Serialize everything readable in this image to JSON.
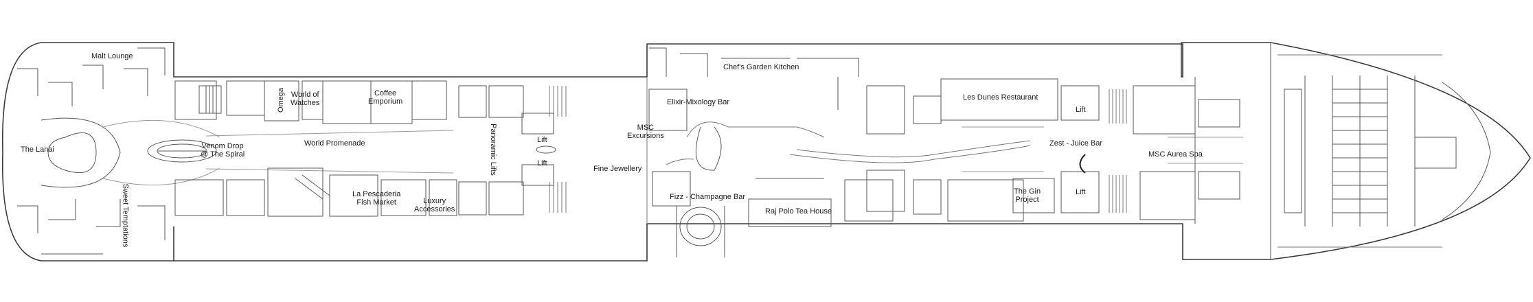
{
  "labels": {
    "malt_lounge": "Malt Lounge",
    "the_lanai": "The Lanai",
    "venom_drop": [
      "Venom Drop",
      "@ The Spiral"
    ],
    "sweet_temptations": "Sweet Temptations",
    "omega": "Omega",
    "world_of_watches": [
      "World of",
      "Watches"
    ],
    "coffee_emporium": [
      "Coffee",
      "Emporium"
    ],
    "world_promenade": "World Promenade",
    "la_pescaderia": [
      "La Pescaderia",
      "Fish Market"
    ],
    "luxury_accessories": [
      "Luxury",
      "Accessories"
    ],
    "panoramic_lifts": "Panoramic Lifts",
    "lift_1": "Lift",
    "lift_2": "Lift",
    "msc_excursions": [
      "MSC",
      "Excursions"
    ],
    "fine_jewellery": "Fine Jewellery",
    "elixir_bar": "Elixir-Mixology Bar",
    "chefs_garden": "Chef's Garden Kitchen",
    "fizz_bar": "Fizz - Champagne Bar",
    "raj_polo": "Raj Polo Tea House",
    "les_dunes": "Les Dunes Restaurant",
    "lift_3": "Lift",
    "zest_bar": "Zest - Juice Bar",
    "lift_4": "Lift",
    "gin_project": [
      "The Gin",
      "Project"
    ],
    "aurea_spa": "MSC Aurea Spa"
  },
  "colors": {
    "line": "#3a3a3a",
    "light_line": "#8a8a8a",
    "text": "#1a1a1a"
  }
}
